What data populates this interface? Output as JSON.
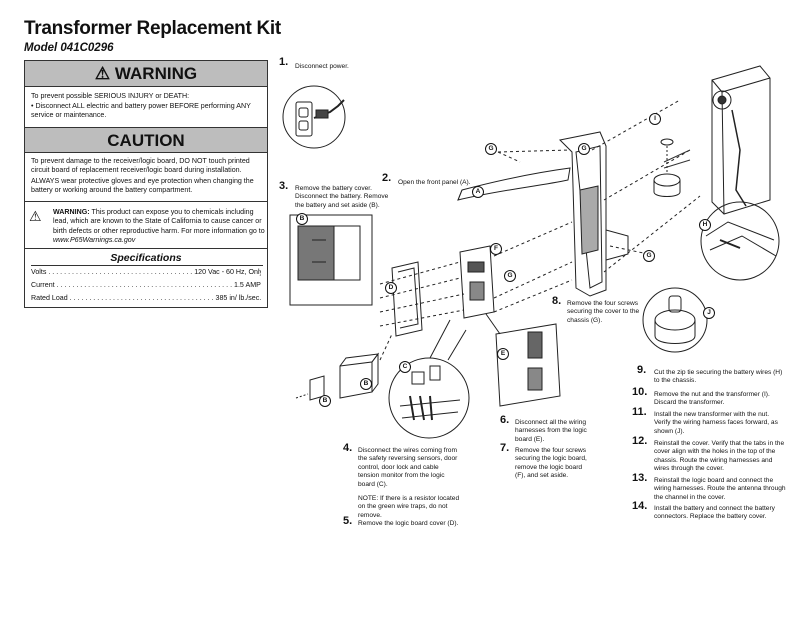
{
  "header": {
    "title": "Transformer Replacement Kit",
    "model": "Model 041C0296"
  },
  "warning": {
    "heading": "WARNING",
    "line1": "To prevent possible SERIOUS INJURY or DEATH:",
    "line2": "• Disconnect ALL electric and battery power BEFORE performing ANY service or maintenance."
  },
  "caution": {
    "heading": "CAUTION",
    "line1": "To prevent damage to the receiver/logic board, DO NOT touch printed circuit board of replacement receiver/logic board during installation.",
    "line2": "ALWAYS wear protective gloves and eye protection when changing the battery or working around the battery compartment."
  },
  "prop65": {
    "label": "WARNING:",
    "text": "This product can expose you to chemicals including lead, which are known to the State of California to cause cancer or birth defects or other reproductive harm. For more information go to",
    "link": "www.P65Warnings.ca.gov"
  },
  "specifications": {
    "title": "Specifications",
    "rows": [
      {
        "label": "Volts",
        "value": "120 Vac - 60 Hz, Only"
      },
      {
        "label": "Current",
        "value": "1.5 AMP"
      },
      {
        "label": "Rated Load",
        "value": "385 in/ lb./sec."
      }
    ]
  },
  "steps": {
    "s1": {
      "num": "1.",
      "text": "Disconnect power."
    },
    "s2": {
      "num": "2.",
      "text": "Open the front panel (A)."
    },
    "s3": {
      "num": "3.",
      "text": "Remove the battery cover. Disconnect the battery. Remove the battery and set aside (B)."
    },
    "s4": {
      "num": "4.",
      "text": "Disconnect the wires coming from the safety reversing sensors, door control, door lock and cable tension monitor from the logic board (C).",
      "note": "NOTE: If there is a resistor located on the green wire traps, do not remove."
    },
    "s5": {
      "num": "5.",
      "text": "Remove the logic board cover (D)."
    },
    "s6": {
      "num": "6.",
      "text": "Disconnect all the wiring harnesses from the logic board (E)."
    },
    "s7": {
      "num": "7.",
      "text": "Remove the four screws securing the logic board, remove the logic board (F), and set aside."
    },
    "s8": {
      "num": "8.",
      "text": "Remove the four screws securing the cover to the chassis (G)."
    },
    "s9": {
      "num": "9.",
      "text": "Cut the zip tie securing the battery wires (H) to the chassis."
    },
    "s10": {
      "num": "10.",
      "text": "Remove the nut and the transformer (I). Discard the transformer."
    },
    "s11": {
      "num": "11.",
      "text": "Install the new transformer with the nut. Verify the wiring harness faces forward, as shown (J)."
    },
    "s12": {
      "num": "12.",
      "text": "Reinstall the cover. Verify that the tabs in the cover align with the holes in the top of the chassis. Route the wiring harnesses and wires through the cover."
    },
    "s13": {
      "num": "13.",
      "text": "Reinstall the logic board and connect the wiring harnesses. Route the antenna through the channel in the cover."
    },
    "s14": {
      "num": "14.",
      "text": "Install the battery and connect the battery connectors. Replace the battery cover."
    }
  },
  "callouts": {
    "a": "A",
    "b": "B",
    "c": "C",
    "d": "D",
    "e": "E",
    "f": "F",
    "g": "G",
    "h": "H",
    "i": "I",
    "j": "J"
  }
}
